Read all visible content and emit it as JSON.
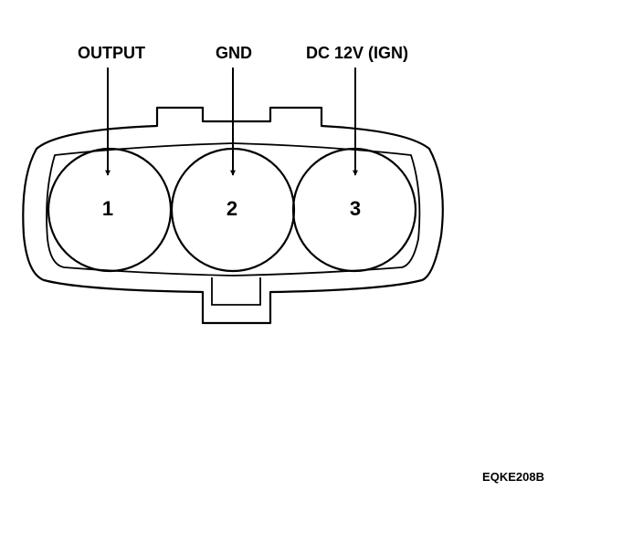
{
  "diagram": {
    "pins": [
      {
        "number": "1",
        "label": "OUTPUT"
      },
      {
        "number": "2",
        "label": "GND"
      },
      {
        "number": "3",
        "label": "DC 12V (IGN)"
      }
    ],
    "figure_code": "EQKE208B",
    "colors": {
      "stroke": "#000000",
      "background": "#ffffff"
    }
  }
}
